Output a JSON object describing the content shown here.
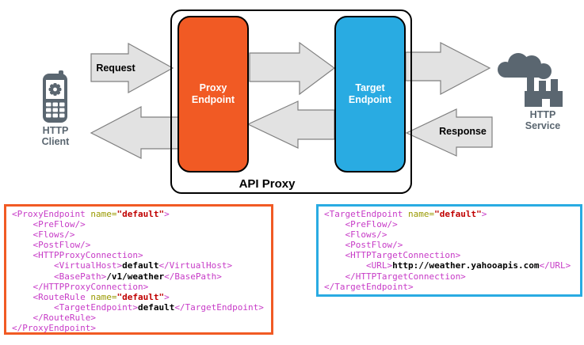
{
  "diagram": {
    "api_proxy_label": "API Proxy",
    "proxy_endpoint_label": [
      "Proxy",
      "Endpoint"
    ],
    "target_endpoint_label": [
      "Target",
      "Endpoint"
    ],
    "request_label": "Request",
    "response_label": "Response",
    "http_client_label": [
      "HTTP",
      "Client"
    ],
    "http_service_label": [
      "HTTP",
      "Service"
    ],
    "icons": [
      "mobile-client-icon",
      "gear-icon",
      "cloud-smoke-icon",
      "factory-icon"
    ]
  },
  "colors": {
    "proxy_endpoint_orange": "#F15A24",
    "target_endpoint_blue": "#29ABE2",
    "icon_gray": "#5A6670",
    "arrow_fill": "#E2E2E2",
    "arrow_stroke": "#808080",
    "code_tag": "#C73BC7",
    "code_attr_name": "#999900",
    "code_attr_value": "#C00000",
    "code_text": "#000000"
  },
  "code": {
    "proxy": {
      "lines": [
        [
          {
            "c": "tag",
            "t": "<ProxyEndpoint"
          },
          {
            "c": "attr",
            "t": " name="
          },
          {
            "c": "val",
            "t": "\"default\""
          },
          {
            "c": "tag",
            "t": ">"
          }
        ],
        [
          {
            "c": "tag",
            "t": "    <PreFlow/>"
          }
        ],
        [
          {
            "c": "tag",
            "t": "    <Flows/>"
          }
        ],
        [
          {
            "c": "tag",
            "t": "    <PostFlow/>"
          }
        ],
        [
          {
            "c": "tag",
            "t": "    <HTTPProxyConnection>"
          }
        ],
        [
          {
            "c": "tag",
            "t": "        <VirtualHost>"
          },
          {
            "c": "txt",
            "t": "default"
          },
          {
            "c": "tag",
            "t": "</VirtualHost>"
          }
        ],
        [
          {
            "c": "tag",
            "t": "        <BasePath>"
          },
          {
            "c": "txt",
            "t": "/v1/weather"
          },
          {
            "c": "tag",
            "t": "</BasePath>"
          }
        ],
        [
          {
            "c": "tag",
            "t": "    </HTTPProxyConnection>"
          }
        ],
        [
          {
            "c": "tag",
            "t": "    <RouteRule"
          },
          {
            "c": "attr",
            "t": " name="
          },
          {
            "c": "val",
            "t": "\"default\""
          },
          {
            "c": "tag",
            "t": ">"
          }
        ],
        [
          {
            "c": "tag",
            "t": "        <TargetEndpoint>"
          },
          {
            "c": "txt",
            "t": "default"
          },
          {
            "c": "tag",
            "t": "</TargetEndpoint>"
          }
        ],
        [
          {
            "c": "tag",
            "t": "    </RouteRule>"
          }
        ],
        [
          {
            "c": "tag",
            "t": "</ProxyEndpoint>"
          }
        ]
      ]
    },
    "target": {
      "lines": [
        [
          {
            "c": "tag",
            "t": "<TargetEndpoint"
          },
          {
            "c": "attr",
            "t": " name="
          },
          {
            "c": "val",
            "t": "\"default\""
          },
          {
            "c": "tag",
            "t": ">"
          }
        ],
        [
          {
            "c": "tag",
            "t": "    <PreFlow/>"
          }
        ],
        [
          {
            "c": "tag",
            "t": "    <Flows/>"
          }
        ],
        [
          {
            "c": "tag",
            "t": "    <PostFlow/>"
          }
        ],
        [
          {
            "c": "tag",
            "t": "    <HTTPTargetConnection>"
          }
        ],
        [
          {
            "c": "tag",
            "t": "        <URL>"
          },
          {
            "c": "txt",
            "t": "http://weather.yahooapis.com"
          },
          {
            "c": "tag",
            "t": "</URL>"
          }
        ],
        [
          {
            "c": "tag",
            "t": "    </HTTPTargetConnection>"
          }
        ],
        [
          {
            "c": "tag",
            "t": "</TargetEndpoint>"
          }
        ]
      ]
    }
  }
}
